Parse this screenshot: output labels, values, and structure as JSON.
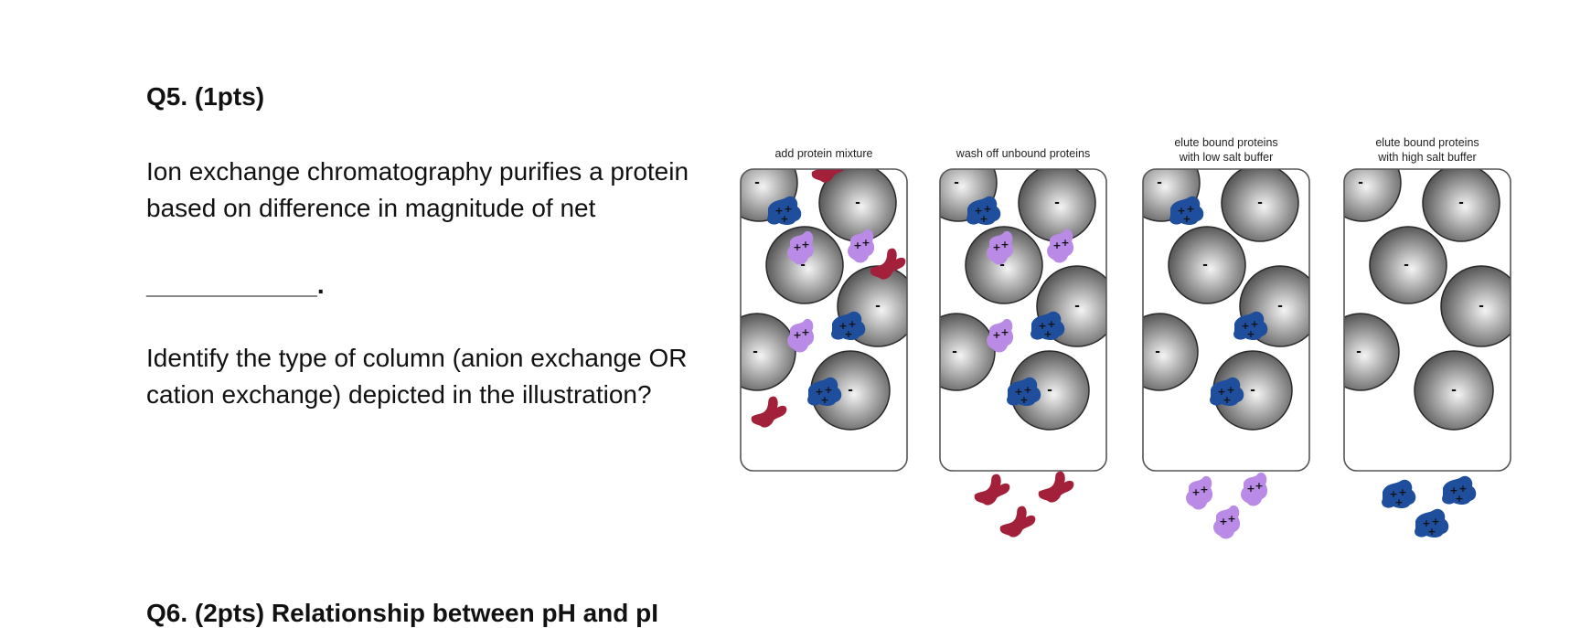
{
  "q5": {
    "title": "Q5. (1pts)",
    "paragraph1": "Ion exchange chromatography purifies a protein based on difference in magnitude of net",
    "blank": "____________.",
    "paragraph2": "Identify the type of column (anion exchange OR cation exchange) depicted in the illustration?"
  },
  "q6": {
    "title": "Q6. (2pts) Relationship between pH and pI"
  },
  "figure": {
    "columns": [
      {
        "label_lines": [
          "add protein mixture"
        ]
      },
      {
        "label_lines": [
          "wash off unbound proteins"
        ]
      },
      {
        "label_lines": [
          "elute bound proteins",
          "with low salt buffer"
        ]
      },
      {
        "label_lines": [
          "elute bound proteins",
          "with high salt buffer"
        ]
      }
    ],
    "bead_charge_sign": "-",
    "protein_charge_sign": "+",
    "colors": {
      "bead_dark": "#4a4a4a",
      "bead_light": "#f4f4f4",
      "red_protein": "#a3203a",
      "purple_protein": "#b98ae6",
      "blue_protein": "#1f4f9c",
      "column_border": "#555555"
    }
  }
}
